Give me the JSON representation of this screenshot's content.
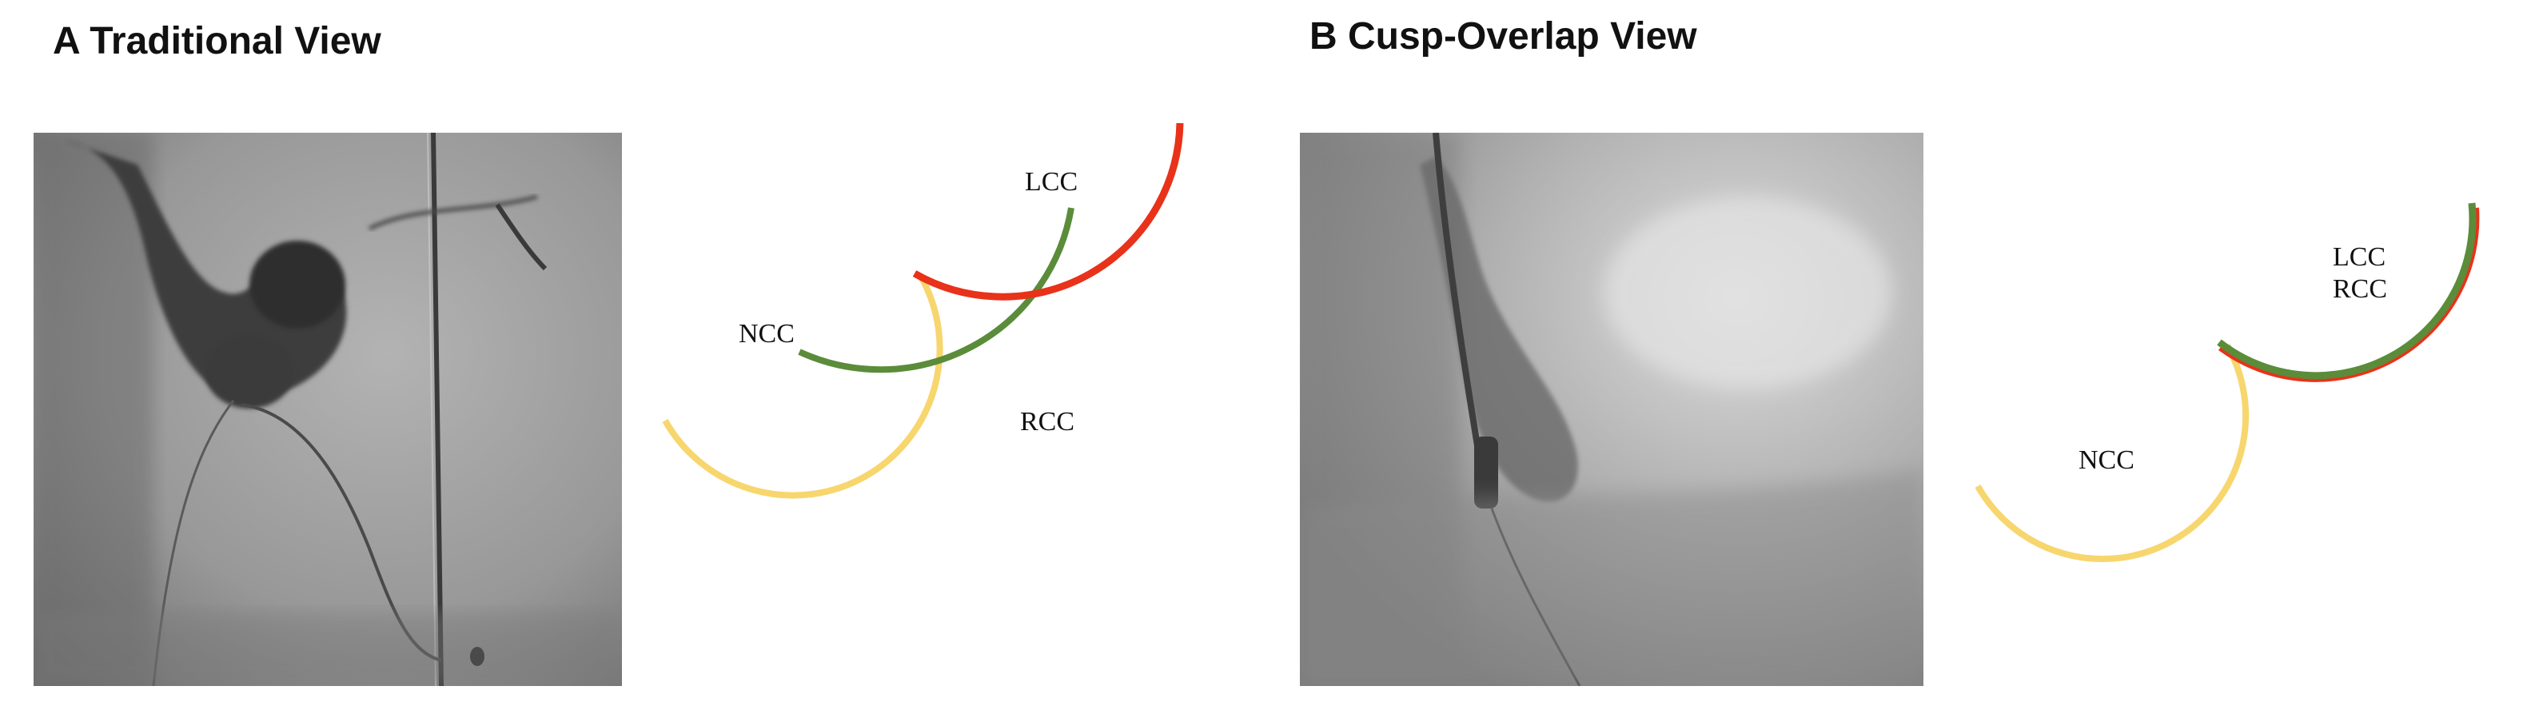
{
  "panels": {
    "a": {
      "title": "A Traditional View",
      "labels": {
        "lcc": "LCC",
        "ncc": "NCC",
        "rcc": "RCC"
      }
    },
    "b": {
      "title": "B Cusp-Overlap View",
      "labels": {
        "lcc": "LCC",
        "rcc": "RCC",
        "ncc": "NCC"
      }
    }
  },
  "colors": {
    "lcc": "#e8321a",
    "rcc": "#5b8c3a",
    "ncc": "#f7d66e"
  }
}
